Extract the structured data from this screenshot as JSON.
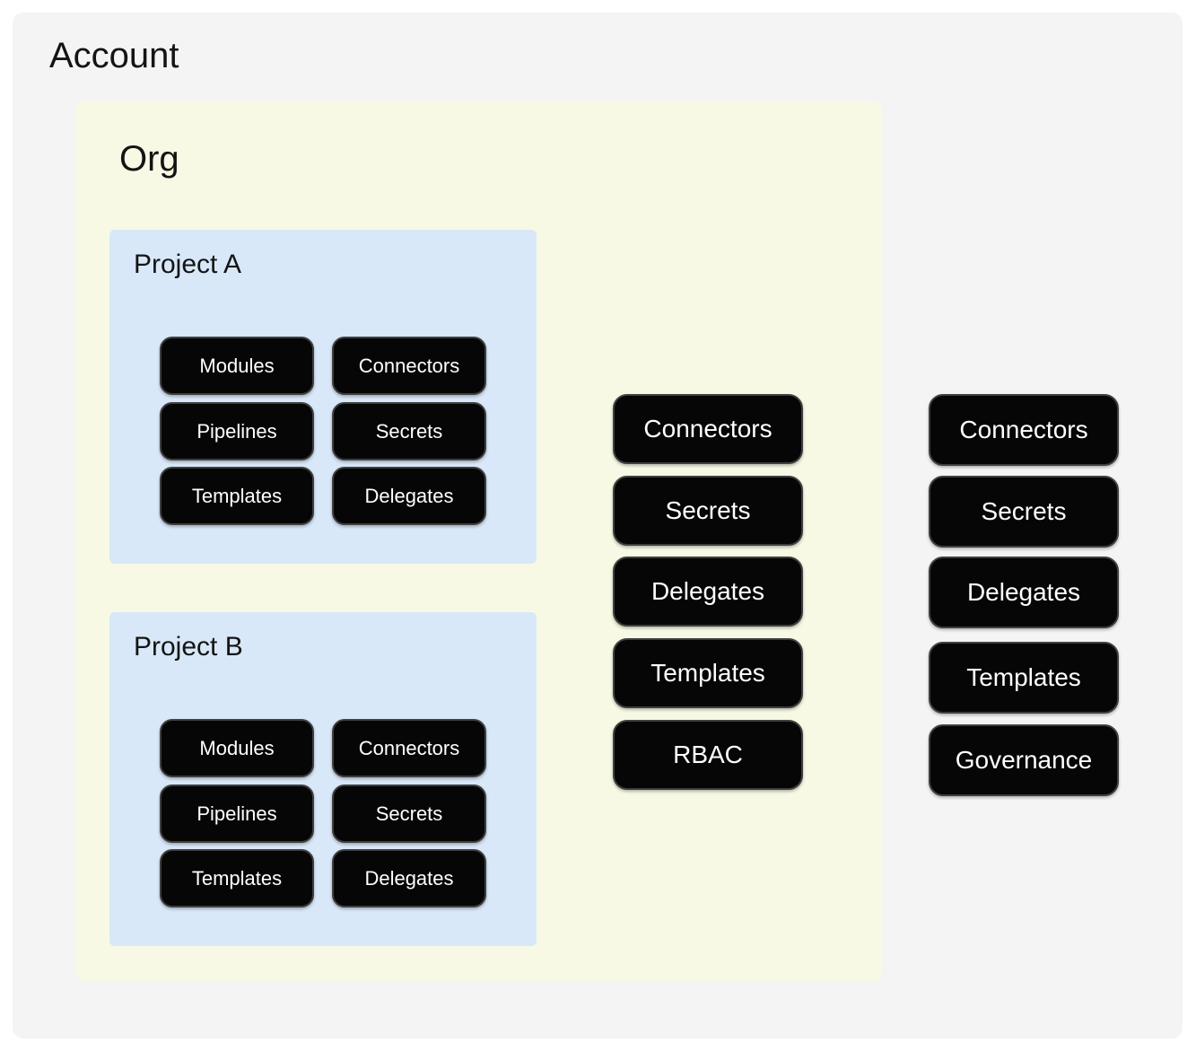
{
  "account": {
    "title": "Account",
    "resources": [
      "Connectors",
      "Secrets",
      "Delegates",
      "Templates",
      "Governance"
    ],
    "org": {
      "title": "Org",
      "resources": [
        "Connectors",
        "Secrets",
        "Delegates",
        "Templates",
        "RBAC"
      ],
      "projects": [
        {
          "title": "Project A",
          "resources": [
            "Modules",
            "Connectors",
            "Pipelines",
            "Secrets",
            "Templates",
            "Delegates"
          ]
        },
        {
          "title": "Project B",
          "resources": [
            "Modules",
            "Connectors",
            "Pipelines",
            "Secrets",
            "Templates",
            "Delegates"
          ]
        }
      ]
    }
  },
  "colors": {
    "account_bg": "#f4f4f4",
    "org_bg": "#f7f9e4",
    "project_bg": "#d8e8f9",
    "node_bg": "#060606",
    "node_border": "#3f3f3f",
    "node_text": "#ffffff",
    "title_text": "#141414",
    "page_bg": "#ffffff"
  }
}
